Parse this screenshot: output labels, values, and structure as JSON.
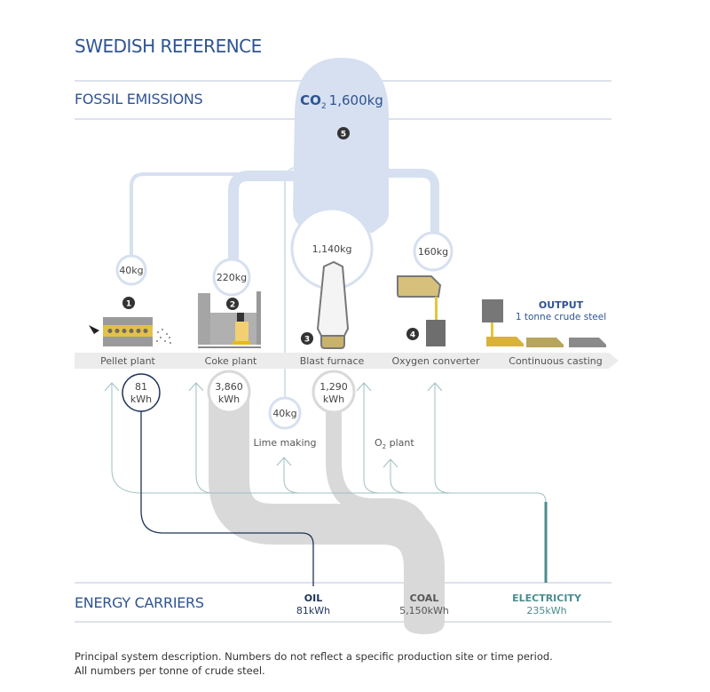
{
  "title": "SWEDISH REFERENCE",
  "sections": {
    "fossil_emissions": "FOSSIL EMISSIONS",
    "energy_carriers": "ENERGY CARRIERS"
  },
  "co2_total": {
    "label": "CO",
    "subscript": "2",
    "value": "1,600kg",
    "step": "5"
  },
  "emissions": [
    {
      "process": "Pellet plant",
      "value": "40kg"
    },
    {
      "process": "Coke plant",
      "value": "220kg"
    },
    {
      "process": "Blast furnace",
      "value": "1,140kg"
    },
    {
      "process": "Oxygen converter",
      "value": "160kg"
    },
    {
      "process": "Lime making",
      "value": "40kg"
    }
  ],
  "process_steps": [
    {
      "number": "1",
      "label": "Pellet plant"
    },
    {
      "number": "2",
      "label": "Coke plant"
    },
    {
      "number": "3",
      "label": "Blast furnace"
    },
    {
      "number": "4",
      "label": "Oxygen converter"
    },
    {
      "number": "",
      "label": "Continuous casting"
    }
  ],
  "output": {
    "label": "OUTPUT",
    "value": "1 tonne crude steel"
  },
  "energy_inputs": [
    {
      "value": "81",
      "unit": "kWh"
    },
    {
      "value": "3,860",
      "unit": "kWh"
    },
    {
      "value": "1,290",
      "unit": "kWh"
    }
  ],
  "auxiliary": {
    "lime_making": "Lime making",
    "o2_plant_prefix": "O",
    "o2_plant_sub": "2",
    "o2_plant_suffix": " plant"
  },
  "carriers": [
    {
      "name": "OIL",
      "value": "81kWh",
      "color": "#1f3358"
    },
    {
      "name": "COAL",
      "value": "5,150kWh",
      "color": "#555555"
    },
    {
      "name": "ELECTRICITY",
      "value": "235kWh",
      "color": "#4a8c8f"
    }
  ],
  "footer": [
    "Principal system description. Numbers do not reflect a specific production site or time period.",
    "All numbers per tonne of crude steel."
  ],
  "colors": {
    "co2": "#d6e0f0",
    "coal": "#d9d9d9",
    "oil": "#1f3358",
    "electricity": "#4a8c8f",
    "heading": "#2e5493"
  }
}
